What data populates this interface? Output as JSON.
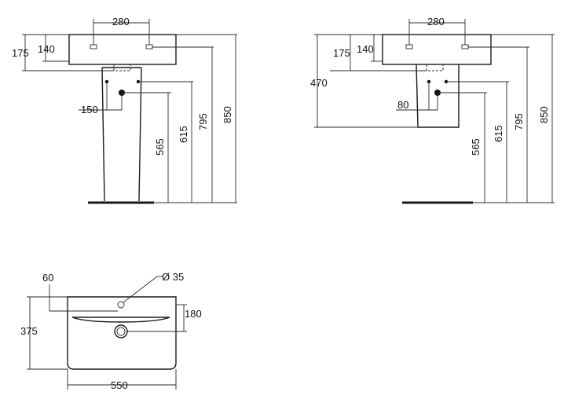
{
  "front_view": {
    "width_280": "280",
    "h_175": "175",
    "h_140": "140",
    "h_150": "150",
    "h_565": "565",
    "h_615": "615",
    "h_795": "795",
    "h_850": "850"
  },
  "side_view": {
    "width_280": "280",
    "h_175": "175",
    "h_140": "140",
    "h_470": "470",
    "h_80": "80",
    "h_565": "565",
    "h_615": "615",
    "h_795": "795",
    "h_850": "850"
  },
  "top_view": {
    "h_60": "60",
    "diameter": "Ø 35",
    "h_180": "180",
    "h_375": "375",
    "width_550": "550"
  }
}
